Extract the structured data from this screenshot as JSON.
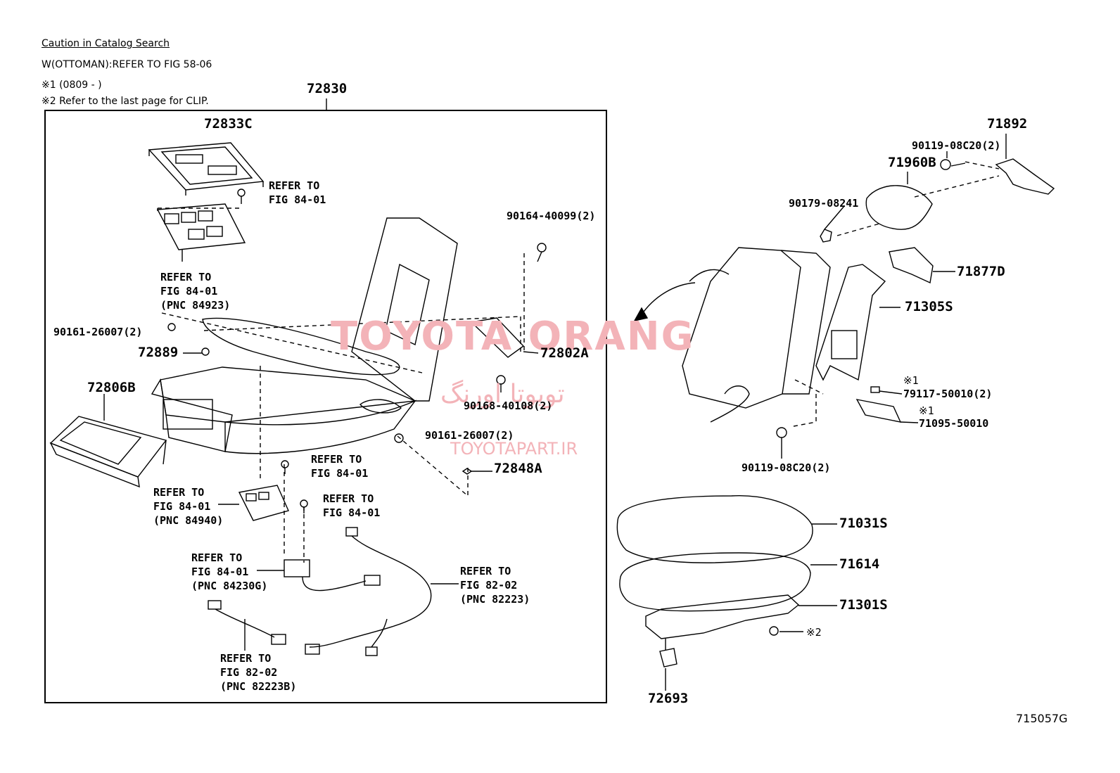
{
  "header": {
    "caution": "Caution in Catalog Search",
    "ottoman": "W(OTTOMAN):REFER TO FIG 58-06",
    "note1": "※1 (0809 -      )",
    "note2": "※2  Refer to the last page for CLIP."
  },
  "watermark": {
    "brand": "TOYOTA ORANG",
    "persian": "تویوتا اورنگ",
    "site": "TOYOTAPART.IR"
  },
  "figure_code": "715057G",
  "labels": {
    "p72830": "72830",
    "p72833C": "72833C",
    "ref_8401_a": [
      "REFER TO",
      "FIG 84-01"
    ],
    "ref_84923": [
      "REFER TO",
      "FIG 84-01",
      "(PNC 84923)"
    ],
    "p90161_26007_a": "90161-26007(2)",
    "p72889": "72889",
    "p72806B": "72806B",
    "p90164_40099": "90164-40099(2)",
    "p72802A": "72802A",
    "p90168_40108": "90168-40108(2)",
    "p90161_26007_b": "90161-26007(2)",
    "p72848A": "72848A",
    "ref_8401_b": [
      "REFER TO",
      "FIG 84-01"
    ],
    "ref_84940": [
      "REFER TO",
      "FIG 84-01",
      "(PNC 84940)"
    ],
    "ref_8401_c": [
      "REFER TO",
      "FIG 84-01"
    ],
    "ref_84230G": [
      "REFER TO",
      "FIG 84-01",
      "(PNC 84230G)"
    ],
    "ref_82223": [
      "REFER TO",
      "FIG 82-02",
      "(PNC 82223)"
    ],
    "ref_82223B": [
      "REFER TO",
      "FIG 82-02",
      "(PNC 82223B)"
    ],
    "p71892": "71892",
    "p90119_08C20_a": "90119-08C20(2)",
    "p71960B": "71960B",
    "p90179_08241": "90179-08241",
    "p71877D": "71877D",
    "p71305S": "71305S",
    "note_x1_a": "※1",
    "p79117_50010": "79117-50010(2)",
    "note_x1_b": "※1",
    "p71095_50010": "71095-50010",
    "p90119_08C20_b": "90119-08C20(2)",
    "p71031S": "71031S",
    "p71614": "71614",
    "p71301S": "71301S",
    "note_x2": "※2",
    "p72693": "72693"
  },
  "colors": {
    "line": "#000000",
    "watermark": "#f3b3b8"
  }
}
